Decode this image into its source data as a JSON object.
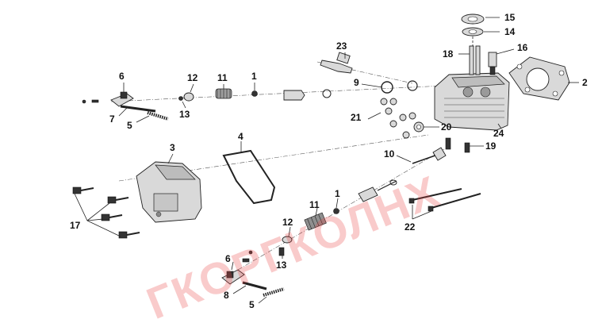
{
  "watermark": "ГКОРГКОЛНХ",
  "colors": {
    "ink": "#222222",
    "part_fill": "#d9d9d9",
    "watermark": "#eb4646"
  },
  "labels": {
    "l1a": "1",
    "l1b": "1",
    "l2": "2",
    "l3": "3",
    "l4": "4",
    "l5a": "5",
    "l5b": "5",
    "l6a": "6",
    "l6b": "6",
    "l7": "7",
    "l8": "8",
    "l9": "9",
    "l10": "10",
    "l11a": "11",
    "l11b": "11",
    "l12a": "12",
    "l12b": "12",
    "l13a": "13",
    "l13b": "13",
    "l14": "14",
    "l15": "15",
    "l16": "16",
    "l17": "17",
    "l18": "18",
    "l19": "19",
    "l20": "20",
    "l21": "21",
    "l22": "22",
    "l23": "23",
    "l24": "24"
  }
}
